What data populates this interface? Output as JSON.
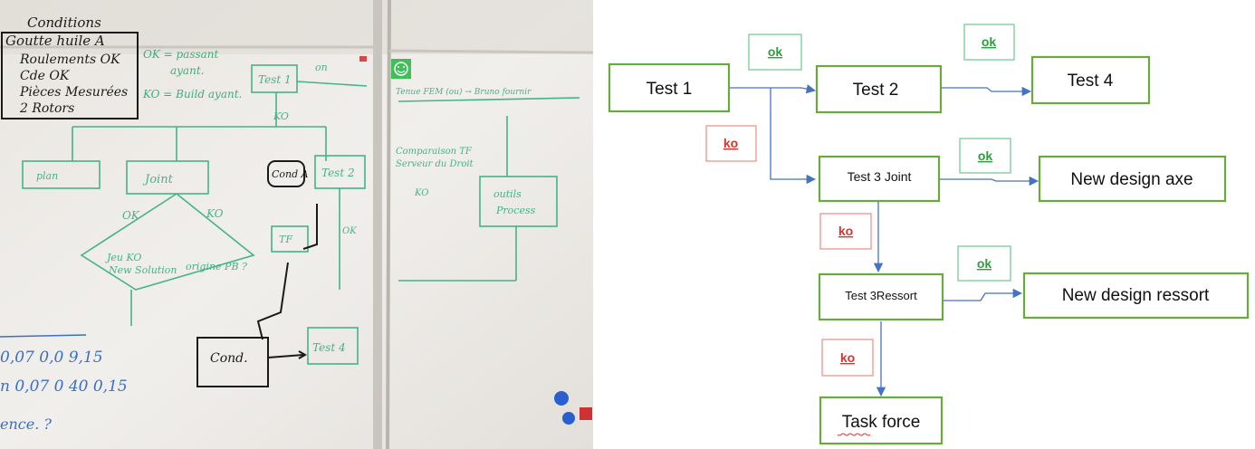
{
  "whiteboard": {
    "conditions_title": "Conditions",
    "conditions_lines": [
      "Goutte huile A",
      "Roulements OK",
      "Cde OK",
      "Pièces Mesurées",
      "2 Rotors"
    ],
    "ok_ko_note": [
      "OK = passant",
      "ayant.",
      "KO = Build ayant."
    ],
    "test1": "Test 1",
    "on_label": "on",
    "ko_label": "KO",
    "ok_label_left": "OK",
    "ko_label_right": "KO",
    "plan": "plan",
    "joint": "Joint",
    "cond_a": "Cond A",
    "test2": "Test 2",
    "tf": "TF",
    "jeu_ko": "Jeu KO",
    "new_solution": "New Solution",
    "origine_pb": "origine PB ?",
    "cond": "Cond.",
    "test4": "Test 4",
    "ok_small": "OK",
    "right_top": "Tenue FEM (ou) → Bruno fournir",
    "comparaison": [
      "Comparaison TF",
      "Serveur du Droit"
    ],
    "ko_right": "KO",
    "outils": [
      "outils",
      "Process"
    ],
    "numbers1": "0,07 0,0 9,15",
    "numbers2": "n 0,07 0 40 0,15",
    "bottom_text": "ence. ?"
  },
  "diagram": {
    "nodes": {
      "test1": "Test 1",
      "test2": "Test 2",
      "test4": "Test 4",
      "test3joint": "Test 3 Joint",
      "new_design_axe": "New design axe",
      "test3ressort": "Test 3Ressort",
      "new_design_ressort": "New design ressort",
      "task_force": "Task force"
    },
    "labels": {
      "ok": "ok",
      "ko": "ko"
    },
    "colors": {
      "node_border": "#6aaa3c",
      "ok_text": "#2e9e3e",
      "ok_border": "#6bc98a",
      "ko_text": "#d9342b",
      "ko_border": "#ee8a86",
      "arrow": "#4472c4"
    }
  }
}
